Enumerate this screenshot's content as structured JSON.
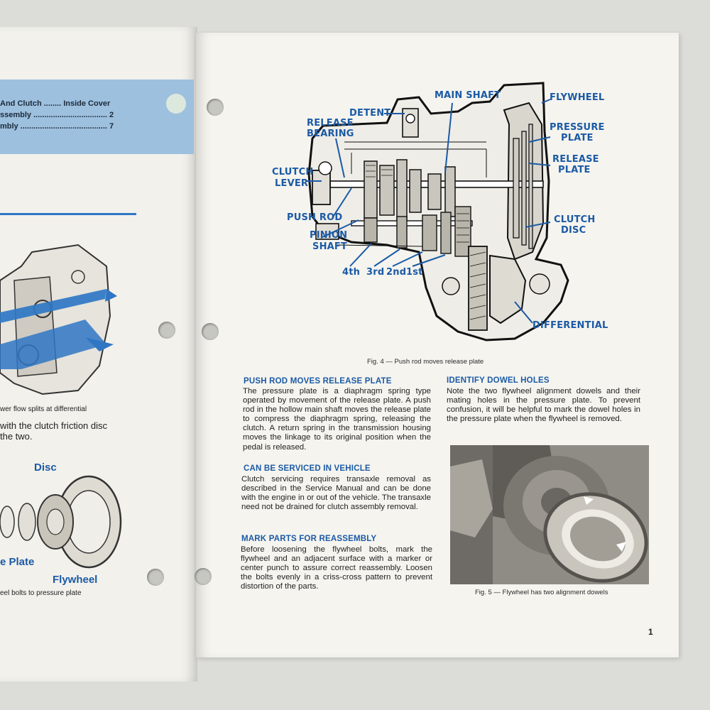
{
  "left_page": {
    "toc": [
      {
        "text": "And Clutch ........ Inside Cover"
      },
      {
        "text": "ssembly .................................. 2"
      },
      {
        "text": "mbly ........................................ 7"
      }
    ],
    "fig_caption": "wer flow splits at differential",
    "paragraph_lines": [
      "with the clutch friction disc",
      "the two."
    ],
    "labels": {
      "disc": "Disc",
      "plate": "e Plate",
      "flywheel": "Flywheel"
    },
    "bottom_caption": "eel bolts to pressure plate"
  },
  "right_page": {
    "figure4": {
      "callouts": {
        "main_shaft": "MAIN SHAFT",
        "detent": "DETENT",
        "flywheel": "FLYWHEEL",
        "release_bearing_1": "RELEASE",
        "release_bearing_2": "BEARING",
        "pressure_plate_1": "PRESSURE",
        "pressure_plate_2": "PLATE",
        "clutch_lever_1": "CLUTCH",
        "clutch_lever_2": "LEVER",
        "release_plate_1": "RELEASE",
        "release_plate_2": "PLATE",
        "push_rod": "PUSH ROD",
        "clutch_disc_1": "CLUTCH",
        "clutch_disc_2": "DISC",
        "pinion_shaft_1": "PINION",
        "pinion_shaft_2": "SHAFT",
        "gear_4th": "4th",
        "gear_3rd": "3rd",
        "gear_2nd": "2nd",
        "gear_1st": "1st",
        "differential": "DIFFERENTIAL"
      },
      "caption": "Fig. 4 — Push rod moves release plate"
    },
    "sections": [
      {
        "heading": "PUSH ROD MOVES RELEASE PLATE",
        "body": "The pressure plate is a diaphragm spring type operated by movement of the release plate. A push rod in the hollow main shaft moves the release plate to compress the diaphragm spring, releasing the clutch. A return spring in the transmission housing moves the linkage to its original position when the pedal is released."
      },
      {
        "heading": "CAN BE SERVICED IN VEHICLE",
        "body": "Clutch servicing requires transaxle removal as described in the Service Manual and can be done with the engine in or out of the vehicle. The transaxle need not be drained for clutch assembly removal."
      },
      {
        "heading": "MARK PARTS FOR REASSEMBLY",
        "body": "Before loosening the flywheel bolts, mark the flywheel and an adjacent surface with a marker or center punch to assure correct reassembly. Loosen the bolts evenly in a criss-cross pattern to prevent distortion of the parts."
      },
      {
        "heading": "IDENTIFY DOWEL HOLES",
        "body": "Note the two flywheel alignment dowels and their mating holes in the pressure plate. To prevent confusion, it will be helpful to mark the dowel holes in the pressure plate when the flywheel is removed."
      }
    ],
    "figure5": {
      "caption": "Fig. 5 — Flywheel has two alignment dowels"
    },
    "page_number": "1"
  },
  "colors": {
    "accent_blue": "#1b5aa5",
    "toc_band": "#9dc0de",
    "paper": "#f5f4ef"
  }
}
